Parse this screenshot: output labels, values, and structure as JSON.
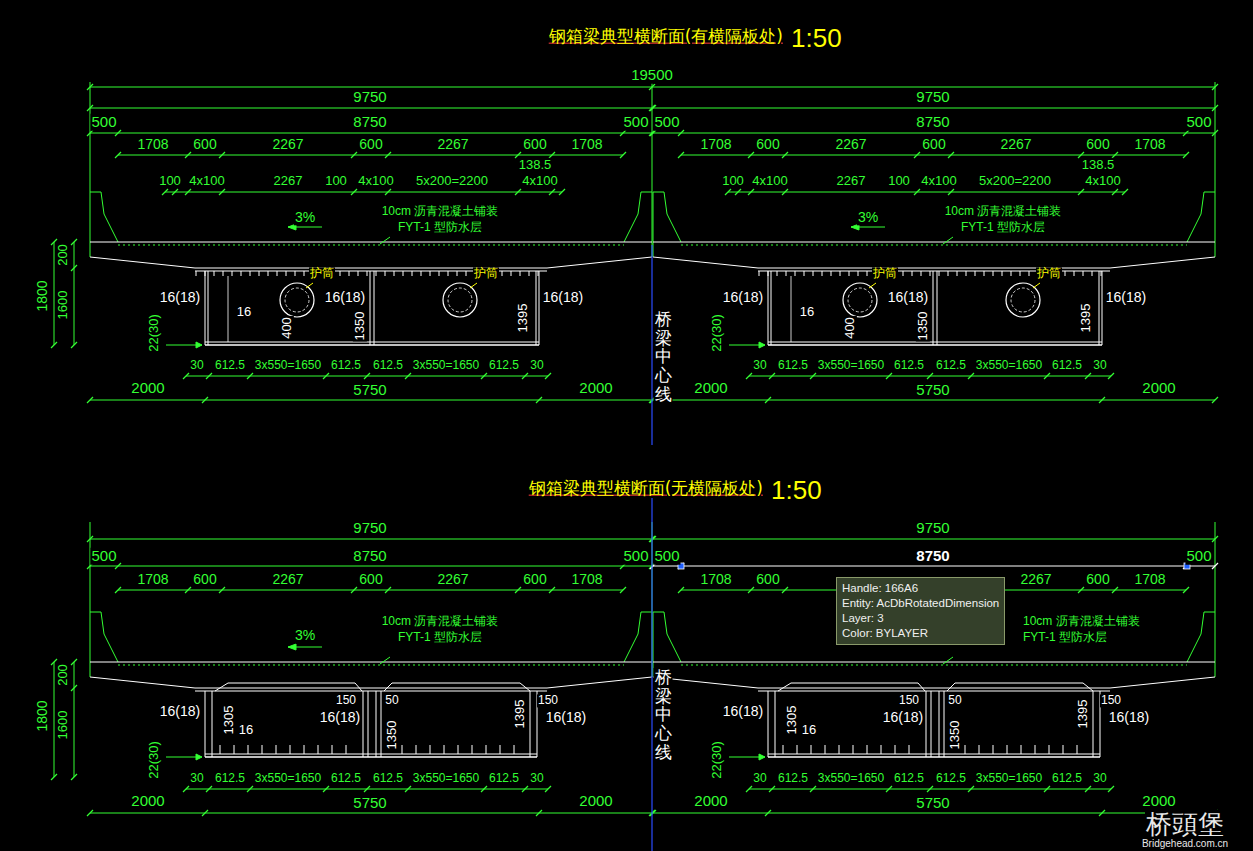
{
  "diagram": {
    "nodes": [
      {
        "text": [
          "Handle: 166A6",
          "Entity: AcDbRotatedDimension",
          "Layer: 3",
          "Color: BYLAYER"
        ]
      }
    ],
    "labels": [
      "钢箱梁典型横断面(有横隔板处)",
      "1:50",
      "19500",
      "9750",
      "500",
      "8750",
      "500",
      "1708",
      "600",
      "2267",
      "600",
      "2267",
      "600",
      "1708",
      "138.5",
      "100",
      "4x100",
      "2267",
      "100",
      "4x100",
      "5x200=2200",
      "4x100",
      "3%",
      "10cm 沥青混凝土铺装",
      "FYT-1 型防水层",
      "护筒",
      "护筒",
      "16(18)",
      "16",
      "400",
      "16(18)",
      "1350",
      "1395",
      "16(18)",
      "22(30)",
      "30",
      "612.5",
      "3x550=1650",
      "612.5",
      "612.5",
      "3x550=1650",
      "612.5",
      "30",
      "2000",
      "5750",
      "2000",
      "1800",
      "1600",
      "200",
      "9750",
      "500",
      "8750",
      "500",
      "1708",
      "600",
      "2267",
      "600",
      "2267",
      "600",
      "1708",
      "138.5",
      "100",
      "4x100",
      "2267",
      "100",
      "4x100",
      "5x200=2200",
      "4x100",
      "3%",
      "10cm 沥青混凝土铺装",
      "FYT-1 型防水层",
      "护筒",
      "护筒",
      "16(18)",
      "16",
      "400",
      "16(18)",
      "1350",
      "1395",
      "16(18)",
      "22(30)",
      "30",
      "612.5",
      "3x550=1650",
      "612.5",
      "612.5",
      "3x550=1650",
      "612.5",
      "30",
      "2000",
      "5750",
      "2000",
      "桥梁中心线",
      "钢箱梁典型横断面(无横隔板处)",
      "1:50",
      "9750",
      "500",
      "8750",
      "500",
      "1708",
      "600",
      "2267",
      "600",
      "2267",
      "600",
      "1708",
      "3%",
      "10cm 沥青混凝土铺装",
      "FYT-1 型防水层",
      "16(18)",
      "1305",
      "16",
      "150",
      "50",
      "16(18)",
      "1350",
      "1395",
      "150",
      "16(18)",
      "22(30)",
      "30",
      "612.5",
      "3x550=1650",
      "612.5",
      "612.5",
      "3x550=1650",
      "612.5",
      "30",
      "2000",
      "5750",
      "2000",
      "1800",
      "1600",
      "200",
      "9750",
      "500",
      "8750",
      "500",
      "1708",
      "600",
      "2267",
      "600",
      "1708",
      "10cm 沥青混凝土铺装",
      "FYT-1 型防水层",
      "16(18)",
      "1305",
      "16",
      "150",
      "50",
      "16(18)",
      "1350",
      "1395",
      "150",
      "16(18)",
      "22(30)",
      "30",
      "612.5",
      "3x550=1650",
      "612.5",
      "612.5",
      "3x550=1650",
      "612.5",
      "30",
      "2000",
      "5750",
      "2000",
      "桥梁中心线",
      "桥頭堡",
      "Bridgehead.com.cn"
    ]
  }
}
